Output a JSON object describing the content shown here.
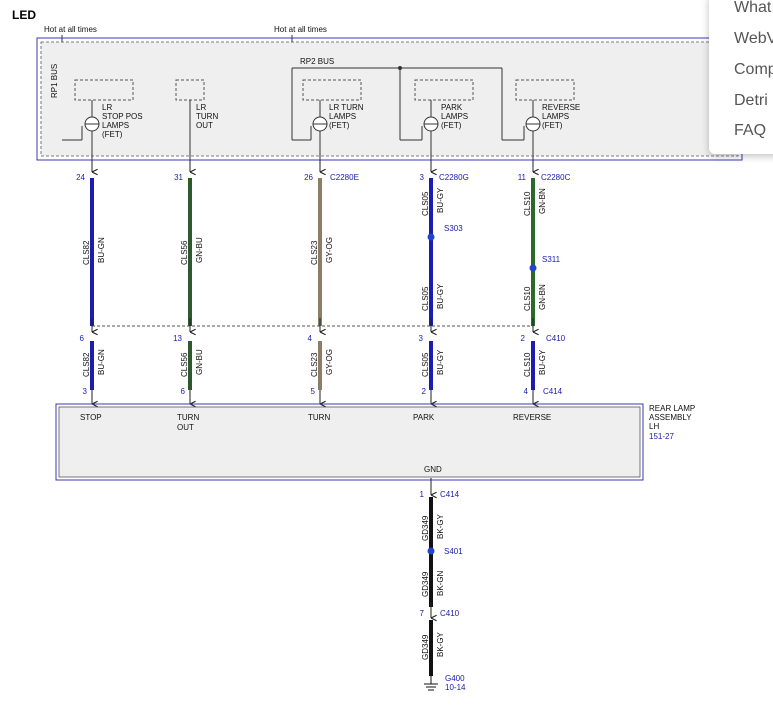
{
  "title": "LED",
  "hot_label": "Hot at all times",
  "bus": {
    "rp1": "RP1 BUS",
    "rp2": "RP2 BUS"
  },
  "modules": [
    {
      "lines": [
        "LR",
        "STOP POS",
        "LAMPS",
        "(FET)"
      ]
    },
    {
      "lines": [
        "LR",
        "TURN",
        "OUT"
      ]
    },
    {
      "lines": [
        "LR TURN",
        "LAMPS",
        "(FET)"
      ]
    },
    {
      "lines": [
        "PARK",
        "LAMPS",
        "(FET)"
      ]
    },
    {
      "lines": [
        "REVERSE",
        "LAMPS",
        "(FET)"
      ]
    }
  ],
  "connectors": {
    "c2280e": "C2280E",
    "c2280g": "C2280G",
    "c2280c": "C2280C",
    "c410": "C410",
    "c414": "C414"
  },
  "wires": [
    {
      "pin_top": "24",
      "circuit_upper": "CLS82",
      "color_upper": "BU-GN",
      "pin_mid": "6",
      "circuit_lower": "CLS82",
      "color_lower": "BU-GN",
      "pin_bottom": "3",
      "hex": "#1c1cb0"
    },
    {
      "pin_top": "31",
      "circuit_upper": "CLS56",
      "color_upper": "GN-BU",
      "pin_mid": "13",
      "circuit_lower": "CLS56",
      "color_lower": "GN-BU",
      "pin_bottom": "6",
      "hex": "#2c5a2c"
    },
    {
      "pin_top": "26",
      "circuit_upper": "CLS23",
      "color_upper": "GY-OG",
      "pin_mid": "4",
      "circuit_lower": "CLS23",
      "color_lower": "GY-OG",
      "pin_bottom": "5",
      "hex": "#8b7d66"
    },
    {
      "pin_top": "3",
      "circuit_upper": "CLS05",
      "color_upper": "BU-GY",
      "circuit_mid": "CLS05",
      "color_mid": "BU-GY",
      "splice": "S303",
      "pin_mid": "3",
      "circuit_lower": "CLS05",
      "color_lower": "BU-GY",
      "pin_bottom": "2",
      "hex": "#1c1cb0"
    },
    {
      "pin_top": "11",
      "circuit_upper": "CLS10",
      "color_upper": "GN-BN",
      "circuit_mid": "CLS10",
      "color_mid": "GN-BN",
      "splice": "S311",
      "pin_mid": "2",
      "circuit_lower": "CLS10",
      "color_lower": "BU-GY",
      "pin_bottom": "4",
      "hex": "#2a6a2a"
    }
  ],
  "assembly": {
    "name": [
      "REAR LAMP",
      "ASSEMBLY",
      "LH"
    ],
    "ref": "151-27",
    "pins": [
      [
        "STOP"
      ],
      [
        "TURN",
        "OUT"
      ],
      [
        "TURN"
      ],
      [
        "PARK"
      ],
      [
        "REVERSE"
      ]
    ],
    "gnd": "GND"
  },
  "ground": {
    "pin1": "1",
    "circuit1": "GD349",
    "color1": "BK-GY",
    "splice": "S401",
    "circuit2": "GD349",
    "color2": "BK-GN",
    "pin2": "7",
    "circuit3": "GD349",
    "color3": "BK-GY",
    "g": "G400",
    "page": "10-14"
  },
  "menu_items": [
    "What",
    "WebV",
    "Comp",
    "Detri",
    "FAQ"
  ]
}
